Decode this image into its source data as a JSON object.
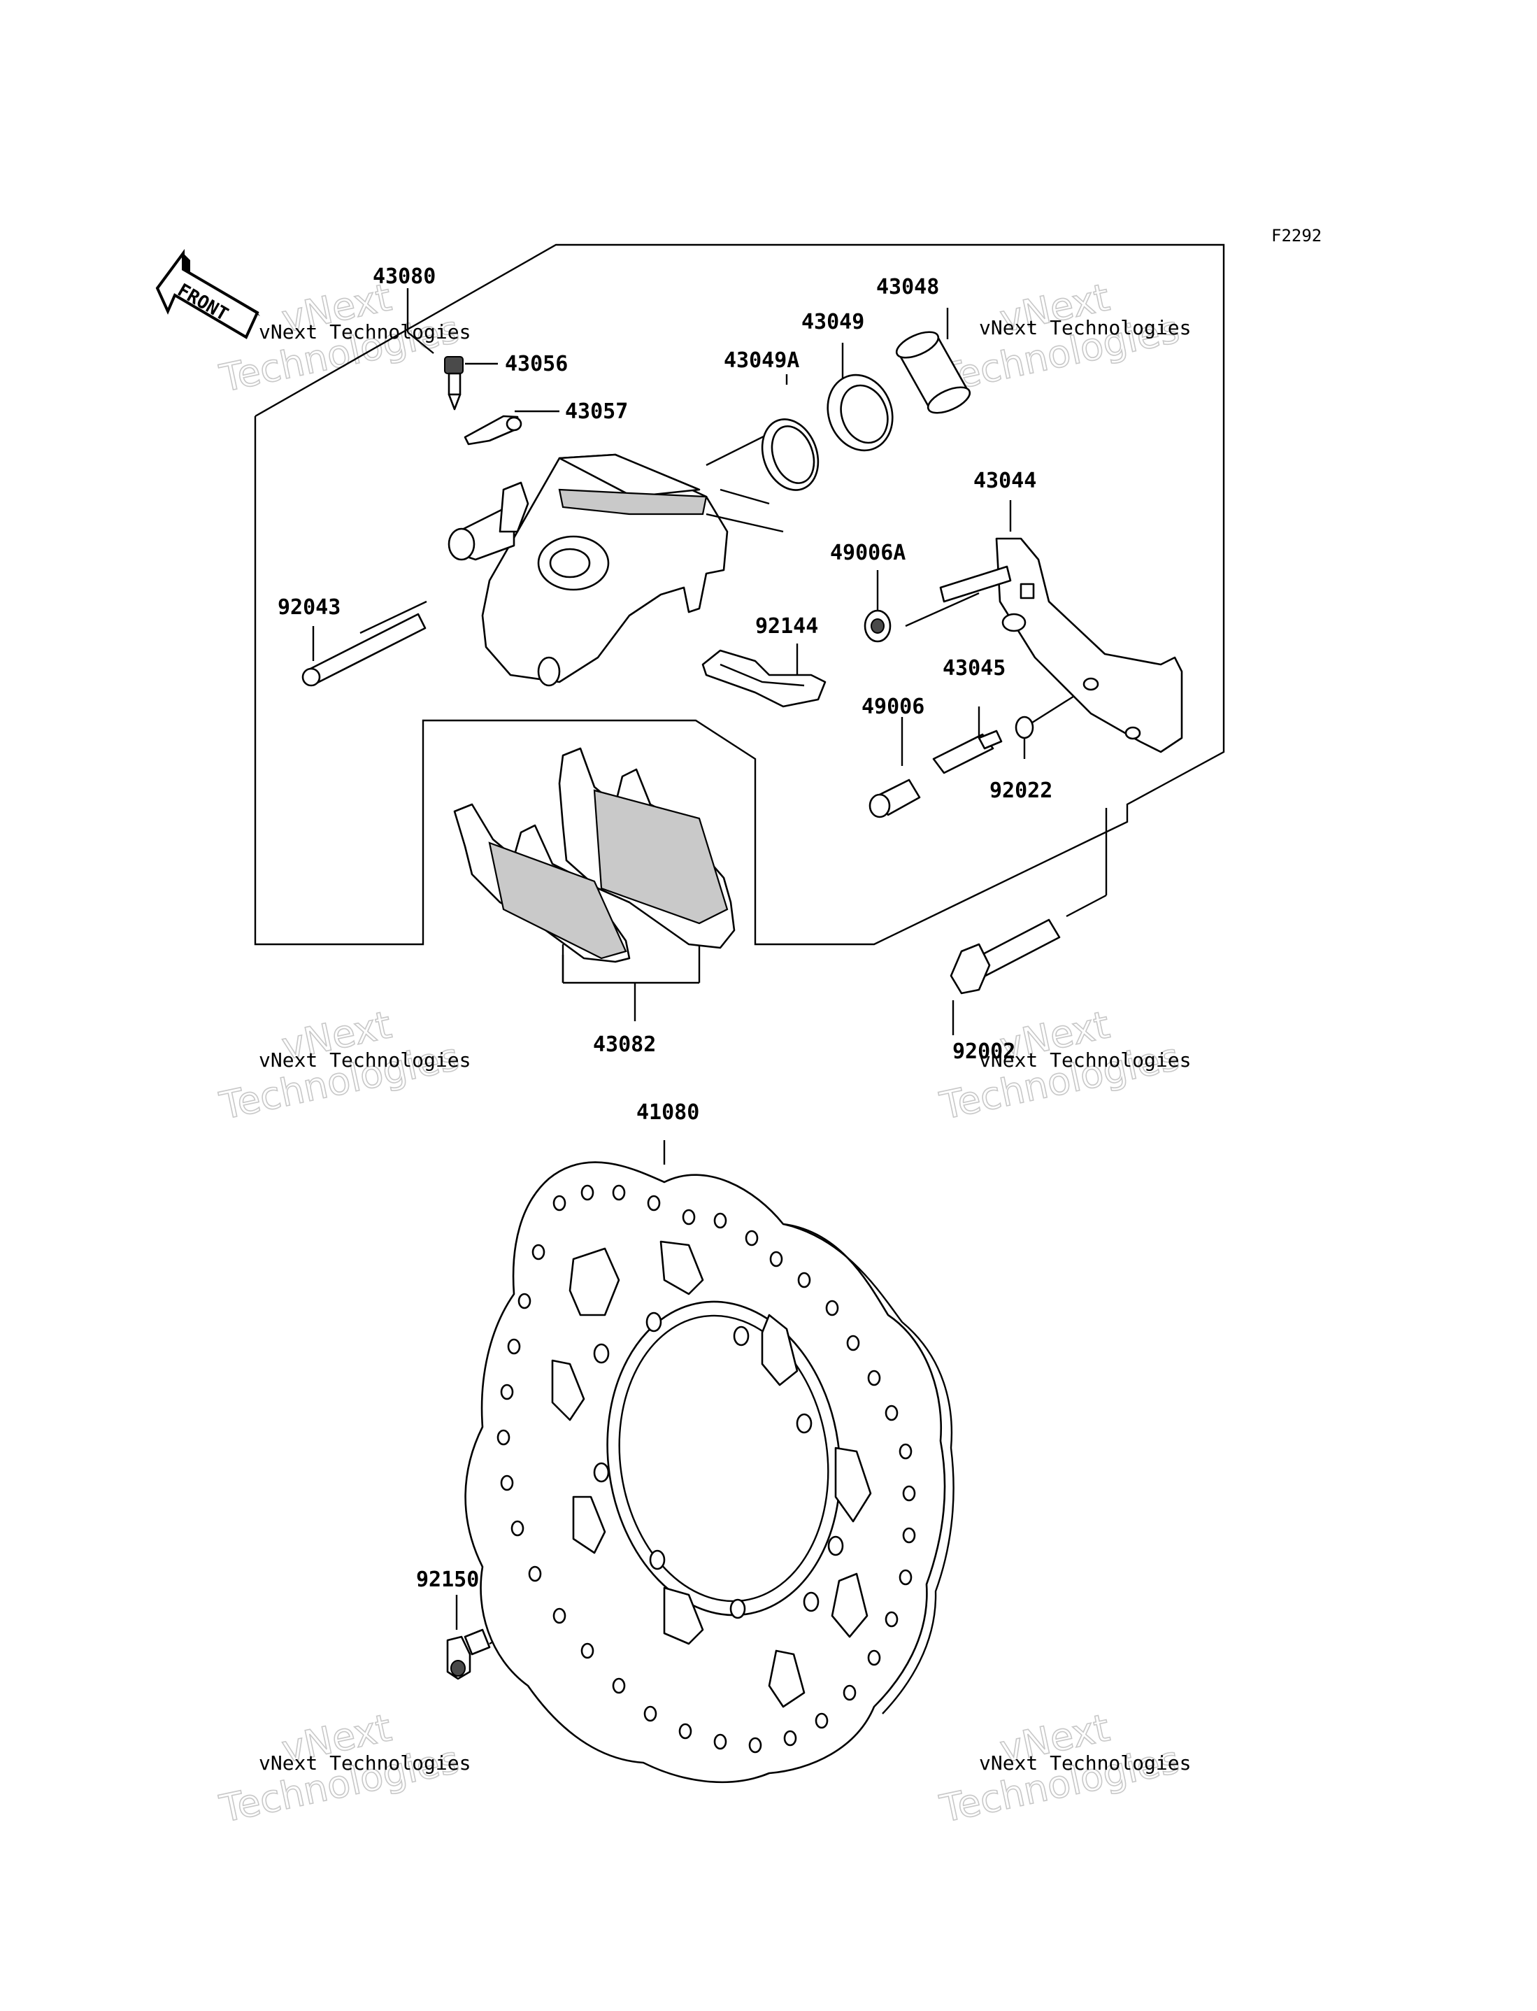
{
  "diagram_code": "F2292",
  "front_label": "FRONT",
  "watermark": {
    "line1": "vNext Technologies",
    "line2": "vNext",
    "line3": "Technologies"
  },
  "parts": {
    "p43080": "43080",
    "p43056": "43056",
    "p43057": "43057",
    "p43049A": "43049A",
    "p43049": "43049",
    "p43048": "43048",
    "p43044": "43044",
    "p49006A": "49006A",
    "p92043": "92043",
    "p92144": "92144",
    "p43045": "43045",
    "p49006": "49006",
    "p92022": "92022",
    "p43082": "43082",
    "p92002": "92002",
    "p41080": "41080",
    "p92150": "92150"
  }
}
